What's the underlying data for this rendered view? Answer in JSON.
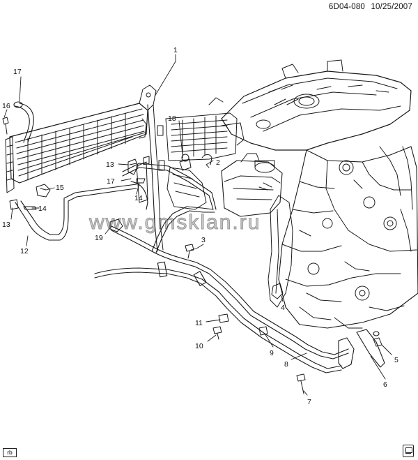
{
  "header": {
    "diagram_code": "6D04-080",
    "date": "10/25/2007"
  },
  "watermark": "www.gmsklan.ru",
  "corner_label": "rb",
  "callouts": [
    "1",
    "2",
    "3",
    "4",
    "5",
    "6",
    "7",
    "8",
    "9",
    "10",
    "11",
    "12",
    "13",
    "13",
    "14",
    "14",
    "15",
    "16",
    "17",
    "17",
    "18",
    "19"
  ],
  "icons": {
    "bottom_right": "book-icon"
  }
}
